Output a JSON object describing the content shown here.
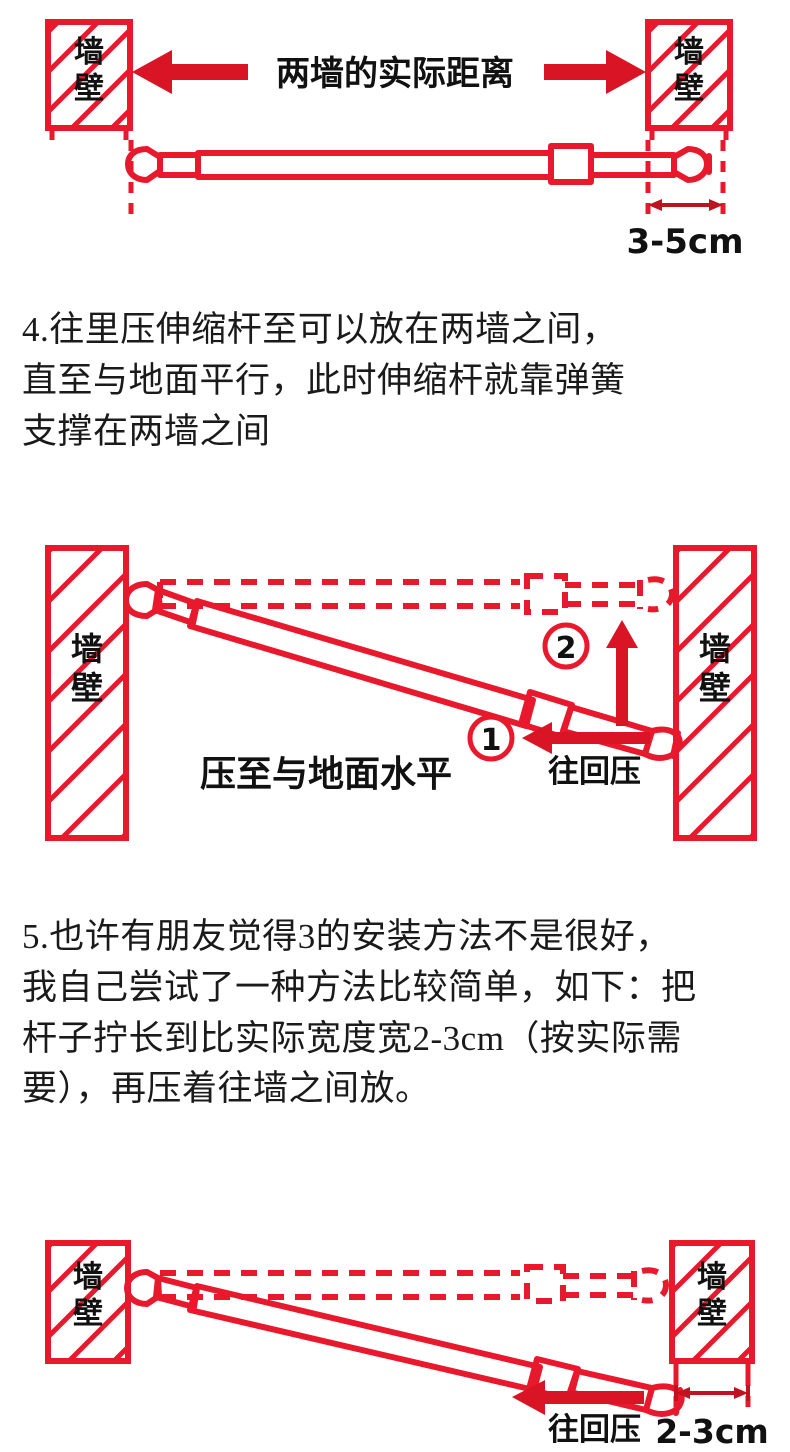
{
  "document": {
    "language": "zh-CN",
    "topic": "伸缩杆安装说明",
    "background_color": "#ffffff",
    "accent_color": "#e8192c",
    "text_color": "#111111"
  },
  "figures": {
    "top": {
      "name": "步骤图：量出两墙实际距离",
      "title": "两墙的实际距离",
      "wall_left_label": "墙壁",
      "wall_right_label": "墙壁",
      "dimension_label": "3-5cm",
      "arrow_left": "left-arrow",
      "arrow_right": "right-arrow"
    },
    "middle": {
      "name": "步骤图：往回压伸缩杆至与地面水平",
      "wall_left_label": "墙壁",
      "wall_right_label": "墙壁",
      "caption": "压至与地面水平",
      "push_label": "往回压",
      "callout_1": "1",
      "callout_2": "2"
    },
    "bottom": {
      "name": "步骤图：杆子拧长2-3cm后压入",
      "wall_left_label": "墙壁",
      "wall_right_label": "墙壁",
      "push_label": "往回压",
      "dimension_label": "2-3cm"
    }
  },
  "paragraphs": {
    "step4": "4.往里压伸缩杆至可以放在两墙之间，\n直至与地面平行，此时伸缩杆就靠弹簧\n支撑在两墙之间",
    "step5": "5.也许有朋友觉得3的安装方法不是很好，\n我自己尝试了一种方法比较简单，如下：把\n杆子拧长到比实际宽度宽2-3cm（按实际需\n要），再压着往墙之间放。"
  }
}
